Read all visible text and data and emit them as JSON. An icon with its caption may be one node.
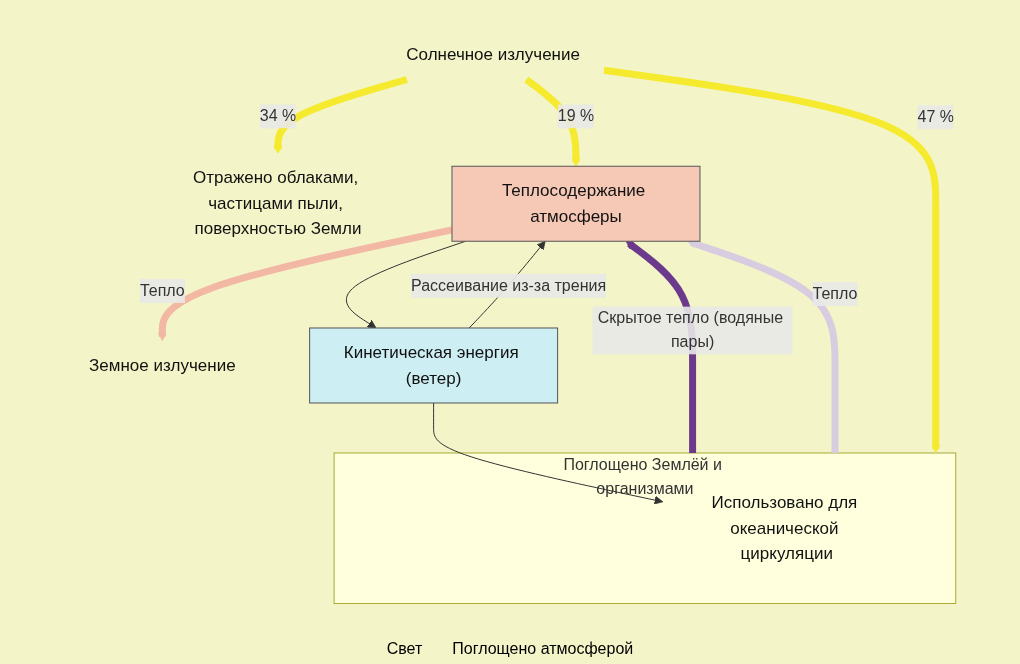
{
  "diagram": {
    "nodes": [
      {
        "text": [
          "Солнечное излучение"
        ]
      },
      {
        "text": [
          "Отражено облаками, частицами пыли, поверхностью Земли"
        ]
      },
      {
        "text": [
          "Земное излучение"
        ]
      },
      {
        "text": [
          "Теплосодержание атмосферы"
        ]
      },
      {
        "text": [
          "Кинетическая энергия (ветер)"
        ]
      },
      {
        "text": [
          "Поглощено Землёй и организмами"
        ]
      },
      {
        "text": [
          "Использовано для океанической циркуляции"
        ],
        "in": 5
      }
    ],
    "edges": [
      {
        "from": 0,
        "to": 1,
        "arrow": "to",
        "label": "34 %",
        "color": "#f5ea2e"
      },
      {
        "from": 0,
        "to": 3,
        "arrow": "to",
        "label": "19 %",
        "color": "#f5ea2e"
      },
      {
        "from": 0,
        "to": 5,
        "arrow": "to",
        "label": "47 %",
        "color": "#f5ea2e"
      },
      {
        "from": 3,
        "to": 2,
        "arrow": "to",
        "label": "Тепло",
        "color": "#f2b8a4"
      },
      {
        "from": 3,
        "to": 4,
        "arrow": "to",
        "color": "#333333"
      },
      {
        "from": 4,
        "to": 3,
        "arrow": "to",
        "label": "Рассеивание из-за трения",
        "color": "#333333"
      },
      {
        "from": 5,
        "to": 3,
        "arrow": "to",
        "label": "Скрытое тепло (водяные пары)",
        "color": "#6b3a8c"
      },
      {
        "from": 5,
        "to": 3,
        "arrow": "to",
        "label": "Тепло",
        "color": "#d8cde0"
      },
      {
        "from": 4,
        "to": 6,
        "arrow": "to",
        "color": "#333333"
      }
    ],
    "labels": [
      "Свет",
      "Поглощено атмосферой"
    ]
  }
}
